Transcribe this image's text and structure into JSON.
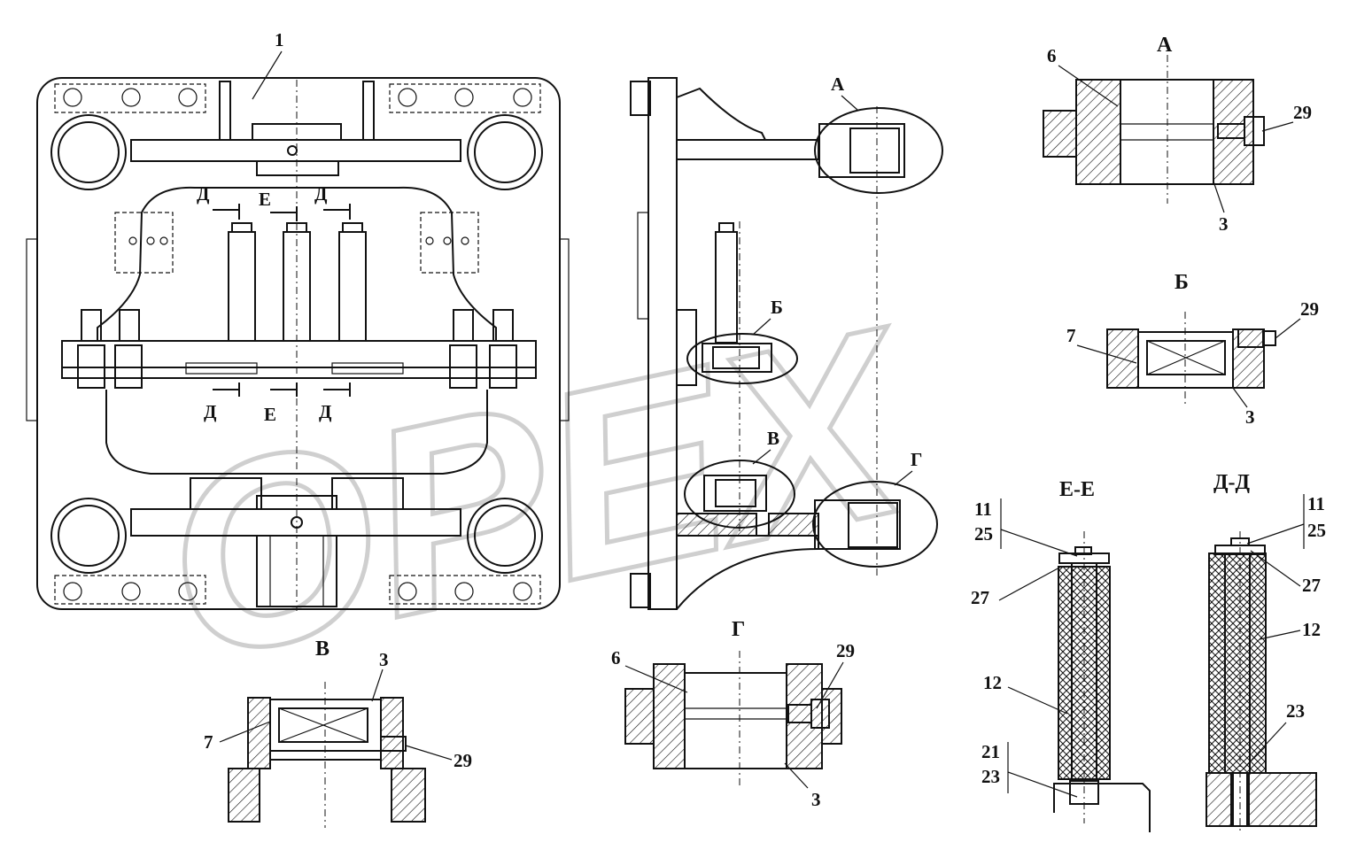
{
  "watermark": "OPEX",
  "section_titles": {
    "A": "А",
    "B": "Б",
    "V": "В",
    "G": "Г",
    "EE": "Е-Е",
    "DD": "Д-Д"
  },
  "cut_marks": {
    "D": "Д",
    "E": "Е"
  },
  "callouts": {
    "c1": "1",
    "c3": "3",
    "c6": "6",
    "c7": "7",
    "c11": "11",
    "c12": "12",
    "c21": "21",
    "c23": "23",
    "c25": "25",
    "c27": "27",
    "c29": "29"
  }
}
